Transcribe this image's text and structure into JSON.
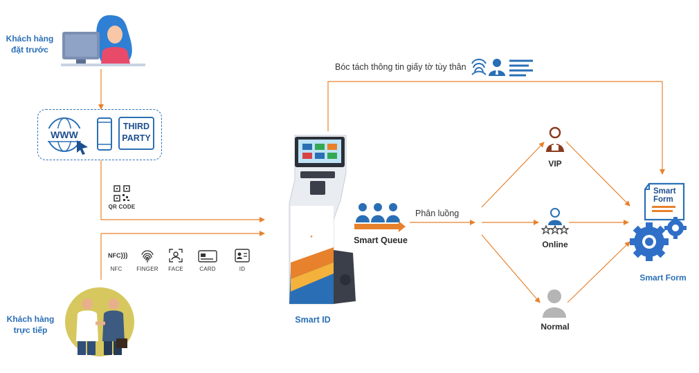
{
  "customers": {
    "pre_booked": [
      "Khách hàng",
      "đặt trước"
    ],
    "walk_in": [
      "Khách hàng",
      "trực tiếp"
    ]
  },
  "channels": {
    "www": "WWW",
    "third_party": [
      "THIRD",
      "PARTY"
    ]
  },
  "qr_label": "QR CODE",
  "id_methods": [
    "NFC",
    "FINGER",
    "FACE",
    "CARD",
    "ID"
  ],
  "nfc_glyph": "NFC",
  "kiosk_label": "Smart ID",
  "queue_label": "Smart Queue",
  "routing_label": "Phân luồng",
  "extraction_label": "Bóc tách thông tin giấy tờ tùy thân",
  "queues": [
    "VIP",
    "Online",
    "Normal"
  ],
  "form": {
    "label": "Smart Form",
    "doc_title": [
      "Smart",
      "Form"
    ]
  },
  "colors": {
    "arrow": "#e8812c",
    "accent_blue": "#2a6fb5",
    "gear_blue": "#2f6fc8"
  }
}
